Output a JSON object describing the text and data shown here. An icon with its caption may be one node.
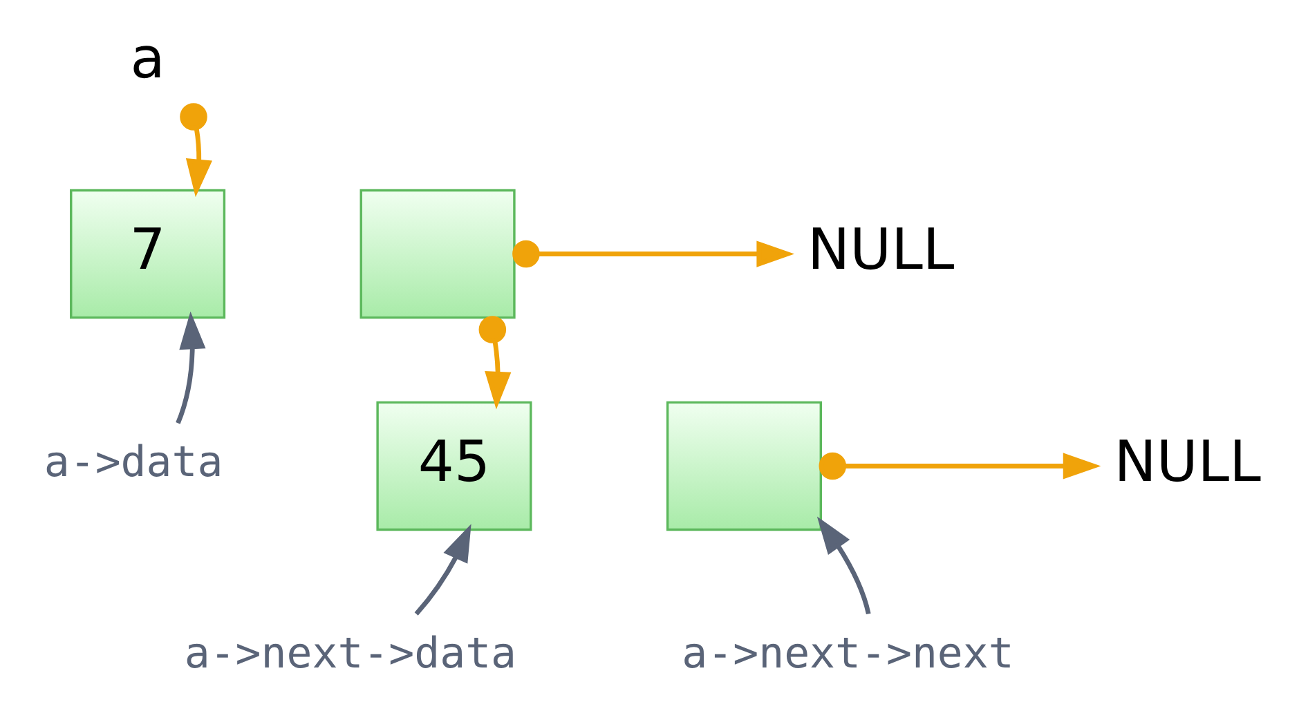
{
  "diagram": {
    "nodes": [
      {
        "text": [
          "a"
        ]
      },
      {
        "text": [
          "7"
        ]
      },
      {
        "text": [],
        "shape": "box"
      },
      {
        "text": [
          "NULL"
        ]
      },
      {
        "text": [
          "45"
        ]
      },
      {
        "text": [],
        "shape": "box"
      },
      {
        "text": [
          "NULL"
        ]
      },
      {
        "text": [
          "a->data"
        ]
      },
      {
        "text": [
          "a->next->data"
        ]
      },
      {
        "text": [
          "a->next->next"
        ]
      }
    ],
    "edges": [
      {
        "from": 0,
        "to": 1,
        "arrow": "to",
        "color": "#f0a30a"
      },
      {
        "from": 2,
        "to": 3,
        "arrow": "to",
        "color": "#f0a30a"
      },
      {
        "from": 2,
        "to": 4,
        "arrow": "to",
        "color": "#f0a30a"
      },
      {
        "from": 5,
        "to": 6,
        "arrow": "to",
        "color": "#f0a30a"
      },
      {
        "from": 7,
        "to": 1,
        "arrow": "to",
        "color": "#5a6478"
      },
      {
        "from": 8,
        "to": 4,
        "arrow": "to",
        "color": "#5a6478"
      },
      {
        "from": 9,
        "to": 5,
        "arrow": "to",
        "color": "#5a6478"
      }
    ]
  }
}
